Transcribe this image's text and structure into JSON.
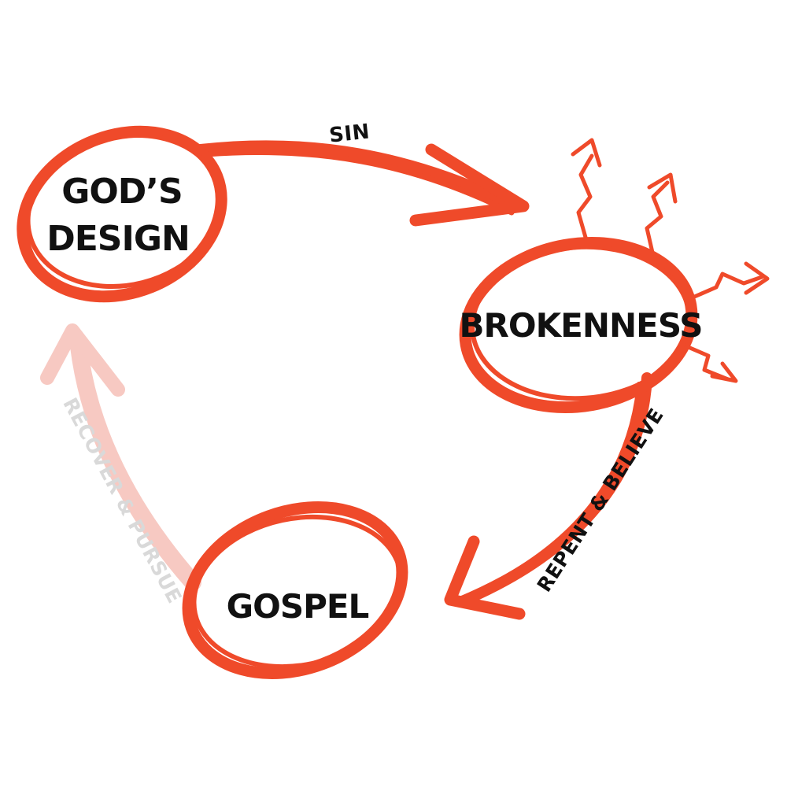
{
  "colors": {
    "accent": "#ef4a2a",
    "faded": "#f7c9c2",
    "text": "#111111",
    "faded_text": "#d9d9d9"
  },
  "nodes": {
    "gods_design": {
      "line1": "GOD’S",
      "line2": "DESIGN"
    },
    "brokenness": {
      "label": "BROKENNESS"
    },
    "gospel": {
      "label": "GOSPEL"
    }
  },
  "edges": {
    "sin": {
      "label": "SIN"
    },
    "repent": {
      "label": "REPENT & BELIEVE"
    },
    "recover": {
      "label": "RECOVER & PURSUE"
    }
  }
}
